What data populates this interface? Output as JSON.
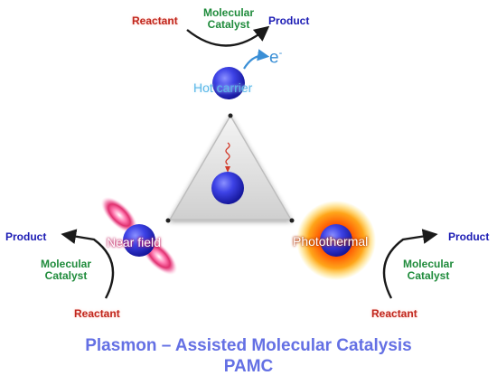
{
  "top": {
    "reactant": "Reactant",
    "catalyst_line1": "Molecular",
    "catalyst_line2": "Catalyst",
    "product": "Product",
    "electron": "e",
    "electron_superscript": "-",
    "mode": "Hot carrier"
  },
  "left": {
    "product": "Product",
    "catalyst_line1": "Molecular",
    "catalyst_line2": "Catalyst",
    "reactant": "Reactant",
    "mode": "Near field"
  },
  "right": {
    "product": "Product",
    "catalyst_line1": "Molecular",
    "catalyst_line2": "Catalyst",
    "reactant": "Reactant",
    "mode": "Photothermal"
  },
  "title": {
    "line1": "Plasmon – Assisted Molecular Catalysis",
    "line2": "PAMC"
  },
  "colors": {
    "reactant": "#c0261c",
    "product": "#1b1bb4",
    "catalyst": "#1f8b3b",
    "title": "#6470e4",
    "sphere": "#3a3fe0",
    "hot_carrier_text": "#5ab8e8",
    "photothermal_glow": "#ff7a00",
    "near_field": "#e0408a"
  }
}
